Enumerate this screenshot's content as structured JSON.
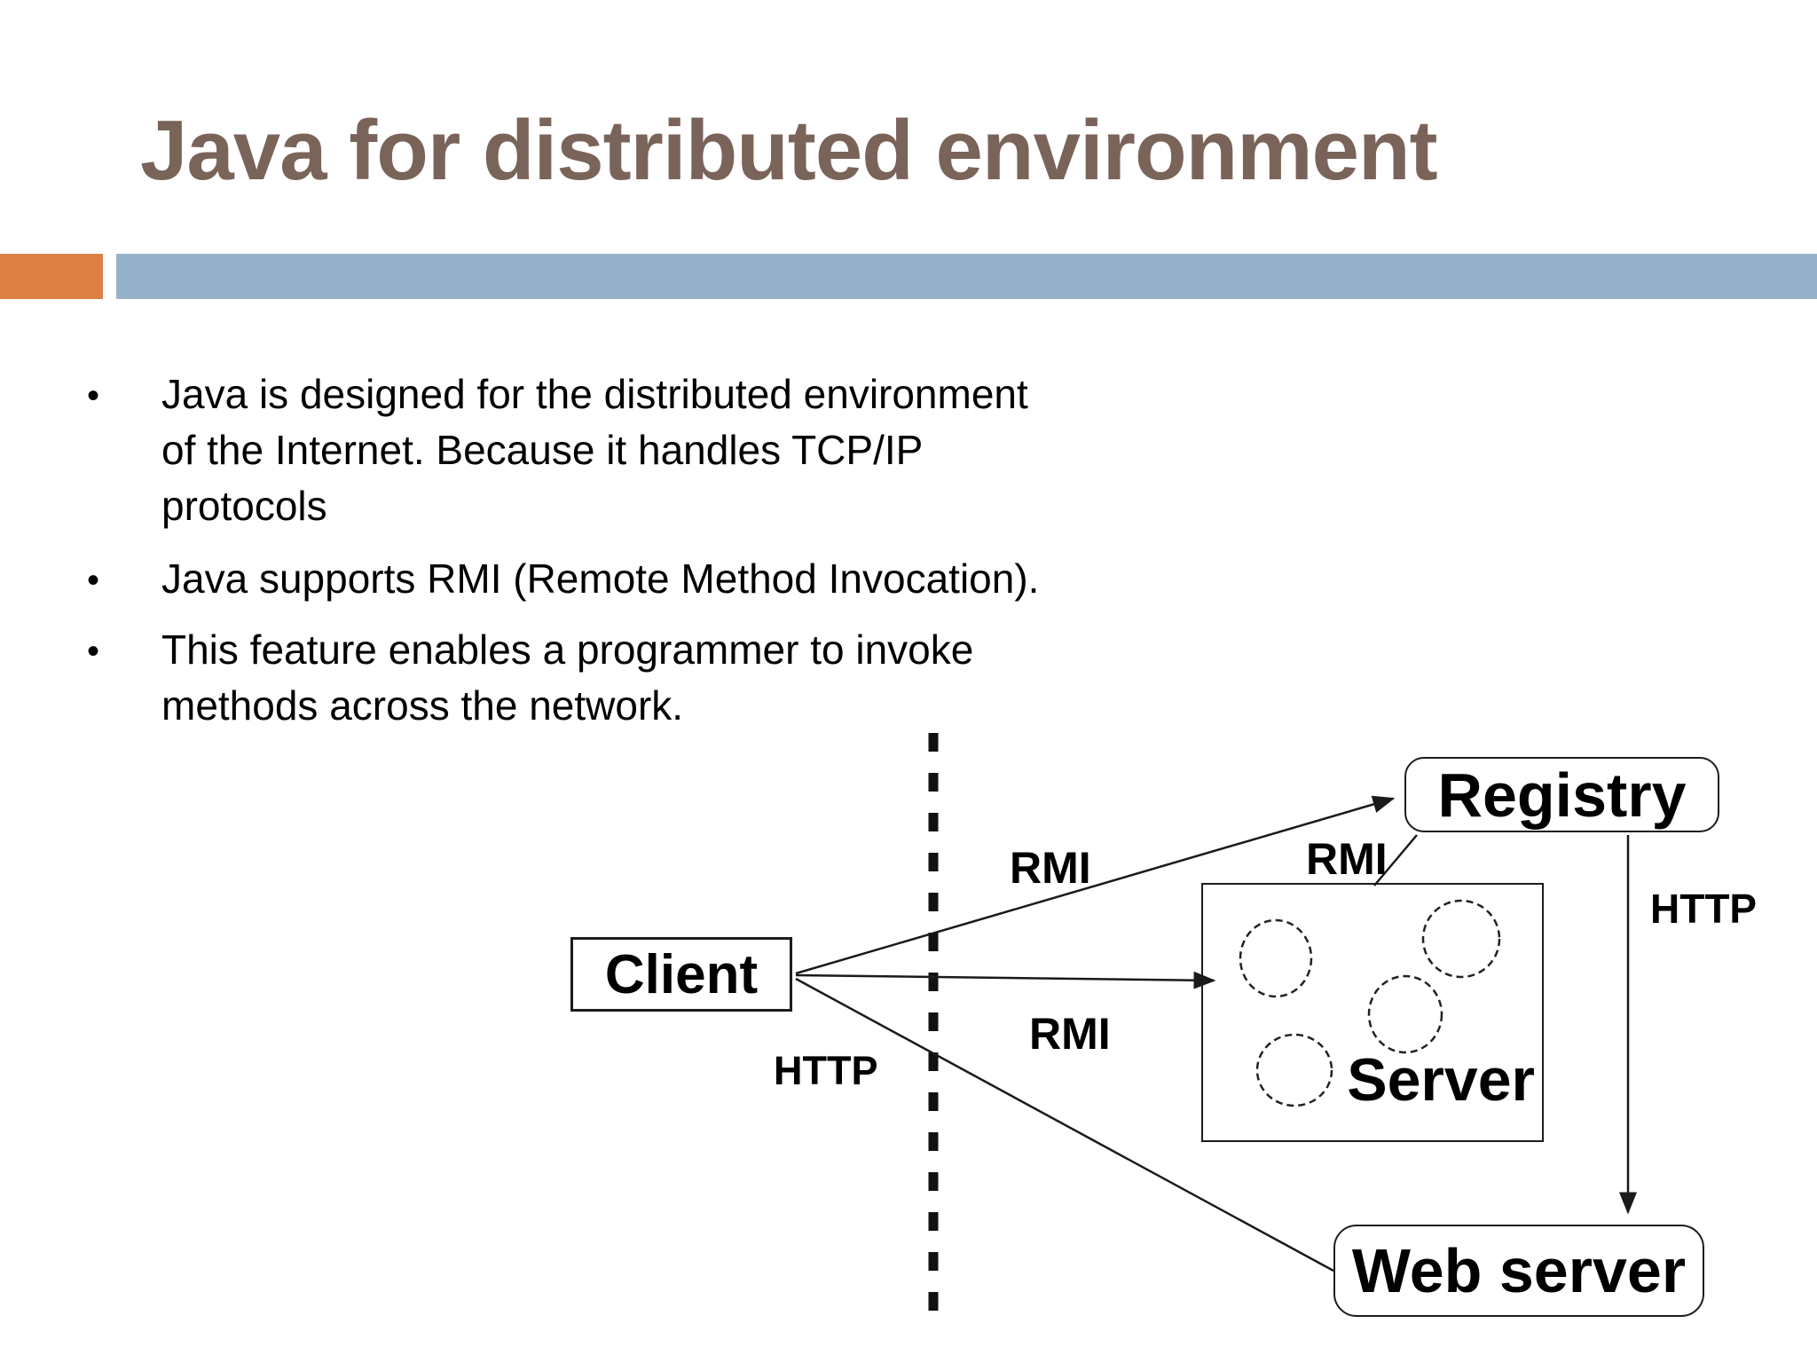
{
  "slide": {
    "title": "Java for distributed environment",
    "bullets": [
      {
        "marker": "•",
        "lines": [
          "Java is designed for the distributed environment",
          "of the Internet. Because it handles TCP/IP",
          "protocols"
        ]
      },
      {
        "marker": "•",
        "lines": [
          "Java supports RMI (Remote Method Invocation)."
        ]
      },
      {
        "marker": "•",
        "lines": [
          "This feature enables a programmer to invoke",
          "methods across the network."
        ]
      }
    ]
  },
  "diagram": {
    "nodes": {
      "client": "Client",
      "registry": "Registry",
      "server": "Server",
      "web_server": "Web server"
    },
    "edge_labels": {
      "rmi_client_registry": "RMI",
      "rmi_server_registry": "RMI",
      "rmi_client_server": "RMI",
      "http_client_webserver": "HTTP",
      "http_registry_webserver": "HTTP"
    }
  },
  "colors": {
    "title": "#7a6459",
    "accent_orange": "#dc8045",
    "accent_blue": "#96b2cb",
    "text": "#000000",
    "line": "#1a1a1a"
  }
}
